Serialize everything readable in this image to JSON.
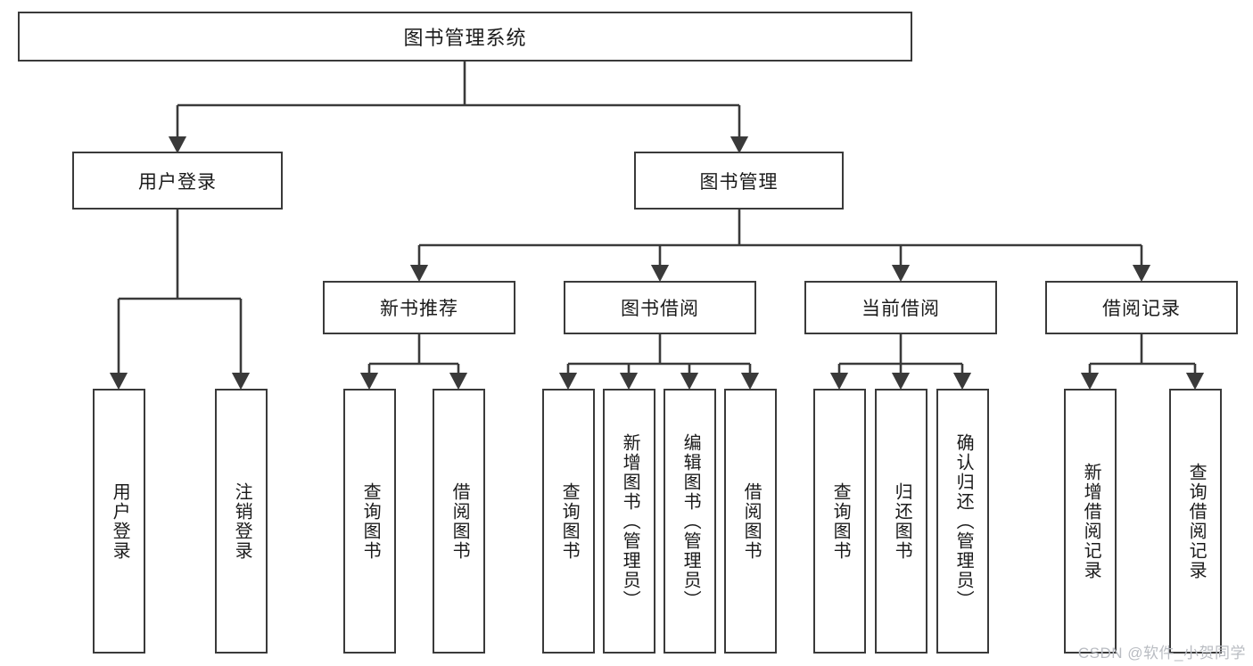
{
  "title": "图书管理系统",
  "diagram": {
    "type": "tree",
    "orientation": "top-down",
    "style": {
      "box_border": "#3a3a3a",
      "box_fill": "#ffffff",
      "line": "#3a3a3a",
      "text": "#1b1b1b",
      "background": "#ffffff",
      "watermark_color": "#b9bcc2"
    },
    "root": {
      "label": "图书管理系统"
    },
    "level2": [
      {
        "label": "用户登录"
      },
      {
        "label": "图书管理"
      }
    ],
    "level3": [
      {
        "label": "新书推荐"
      },
      {
        "label": "图书借阅"
      },
      {
        "label": "当前借阅"
      },
      {
        "label": "借阅记录"
      }
    ],
    "leaves": {
      "user_login": [
        {
          "label": "用户登录"
        },
        {
          "label": "注销登录"
        }
      ],
      "new_book_recommend": [
        {
          "label": "查询图书"
        },
        {
          "label": "借阅图书"
        }
      ],
      "book_borrow": [
        {
          "label": "查询图书"
        },
        {
          "label": "新增图书（管理员）"
        },
        {
          "label": "编辑图书（管理员）"
        },
        {
          "label": "借阅图书"
        }
      ],
      "current_borrow": [
        {
          "label": "查询图书"
        },
        {
          "label": "归还图书"
        },
        {
          "label": "确认归还（管理员）"
        }
      ],
      "borrow_record": [
        {
          "label": "新增借阅记录"
        },
        {
          "label": "查询借阅记录"
        }
      ]
    }
  },
  "watermark": "CSDN @软件_小贺同学"
}
